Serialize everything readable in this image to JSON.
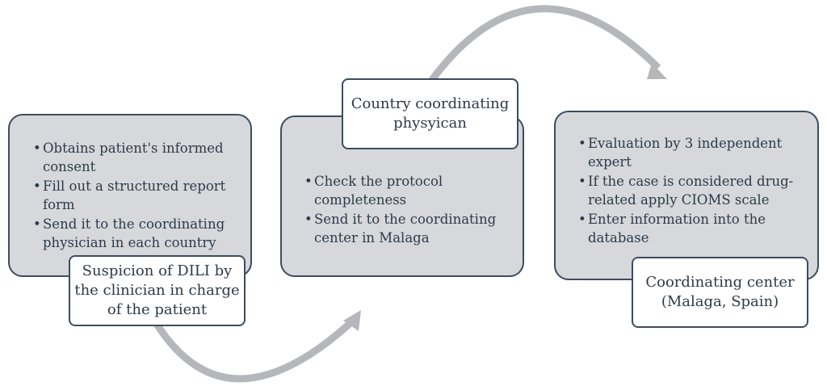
{
  "stage1": {
    "items": [
      "Obtains patient's informed consent",
      "Fill out a structured report form",
      "Send it to the coordinating physician in each country"
    ],
    "label": "Suspicion of DILI by the clinician in charge of the patient"
  },
  "stage2": {
    "items": [
      "Check the protocol completeness",
      "Send it to the coordinating center in Malaga"
    ],
    "label": "Country coordinating physyican"
  },
  "stage3": {
    "items": [
      "Evaluation by 3 independent expert",
      "If the case is considered drug-related apply CIOMS scale",
      "Enter information into the database"
    ],
    "label": "Coordinating center (Malaga, Spain)"
  },
  "colors": {
    "box_fill": "#d6d8dc",
    "border": "#3d4c5e",
    "arrow": "#b5b7bb",
    "text": "#2d3a48"
  }
}
